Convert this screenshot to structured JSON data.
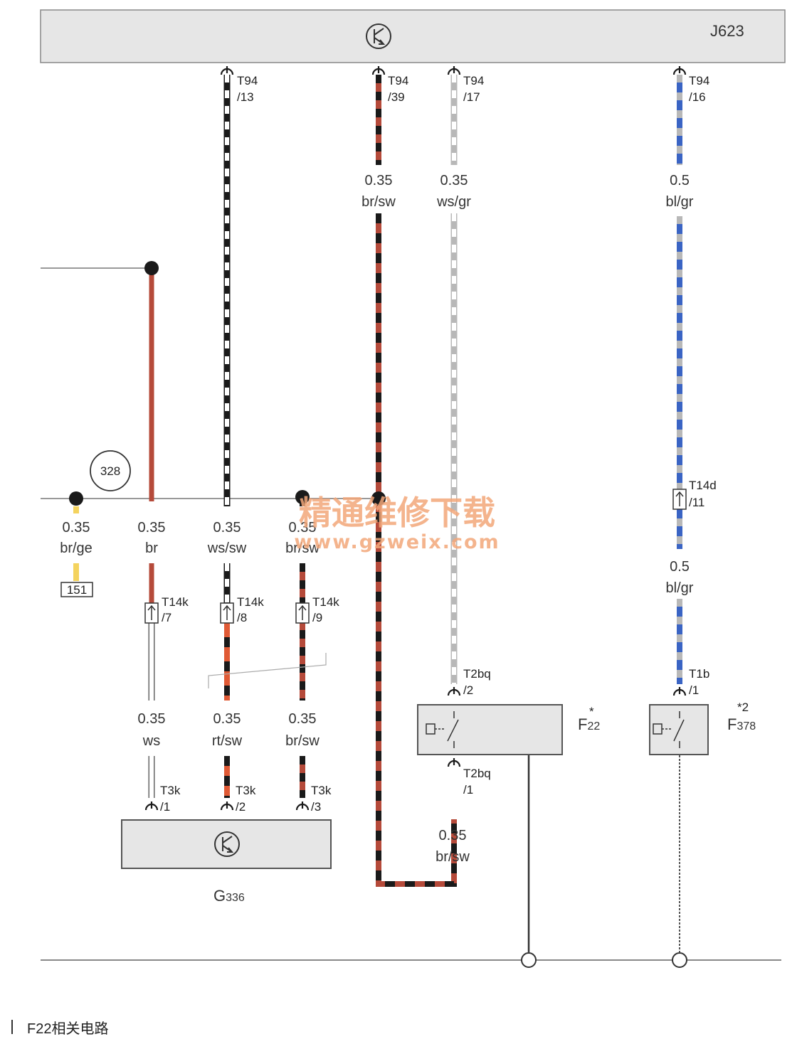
{
  "ecu": {
    "name": "J623"
  },
  "wires": [
    {
      "gauge": "0.35",
      "color": "br/ge"
    },
    {
      "gauge": "0.35",
      "color": "br"
    },
    {
      "gauge": "0.35",
      "color": "ws/sw"
    },
    {
      "gauge": "0.35",
      "color": "br/sw"
    },
    {
      "gauge": "0.35",
      "color": "br/sw"
    },
    {
      "gauge": "0.35",
      "color": "ws/gr"
    },
    {
      "gauge": "0.5",
      "color": "bl/gr"
    },
    {
      "gauge": "0.5",
      "color": "bl/gr"
    },
    {
      "gauge": "0.35",
      "color": "ws"
    },
    {
      "gauge": "0.35",
      "color": "rt/sw"
    },
    {
      "gauge": "0.35",
      "color": "br/sw"
    },
    {
      "gauge": "0.35",
      "color": "br/sw"
    }
  ],
  "connectors": [
    {
      "name": "T94",
      "pin": "/13"
    },
    {
      "name": "T94",
      "pin": "/39"
    },
    {
      "name": "T94",
      "pin": "/17"
    },
    {
      "name": "T94",
      "pin": "/16"
    },
    {
      "name": "T14k",
      "pin": "/7"
    },
    {
      "name": "T14k",
      "pin": "/8"
    },
    {
      "name": "T14k",
      "pin": "/9"
    },
    {
      "name": "T14d",
      "pin": "/11"
    },
    {
      "name": "T2bq",
      "pin": "/2"
    },
    {
      "name": "T2bq",
      "pin": "/1"
    },
    {
      "name": "T1b",
      "pin": "/1"
    },
    {
      "name": "T3k",
      "pin": "/1"
    },
    {
      "name": "T3k",
      "pin": "/2"
    },
    {
      "name": "T3k",
      "pin": "/3"
    }
  ],
  "components": {
    "g336": {
      "letter": "G",
      "sub": "336"
    },
    "f22": {
      "letter": "F",
      "sub": "22",
      "mark": "*"
    },
    "f378": {
      "letter": "F",
      "sub": "378",
      "mark": "*2"
    }
  },
  "refs": {
    "circle": "328",
    "box": "151"
  },
  "watermark": {
    "line1": "精通维修下载",
    "line2": "www.gzweix.com"
  },
  "caption": "F22相关电路",
  "colors": {
    "brown": "#b54a3a",
    "black": "#1a1a1a",
    "white": "#ffffff",
    "grey": "#b8b8b8",
    "blue": "#3a64c4",
    "yellow": "#f4d35e",
    "red": "#e05a35",
    "ecu_fill": "#e6e6e6"
  }
}
